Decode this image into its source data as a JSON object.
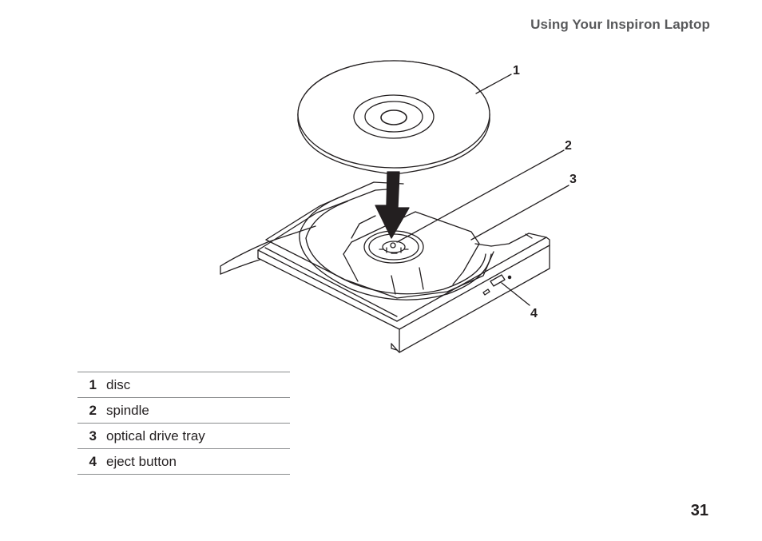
{
  "header": {
    "title": "Using Your Inspiron Laptop"
  },
  "figure": {
    "callouts": [
      "1",
      "2",
      "3",
      "4"
    ]
  },
  "legend": {
    "items": [
      {
        "number": "1",
        "label": "disc"
      },
      {
        "number": "2",
        "label": "spindle"
      },
      {
        "number": "3",
        "label": "optical drive tray"
      },
      {
        "number": "4",
        "label": "eject button"
      }
    ]
  },
  "page": {
    "number": "31"
  }
}
